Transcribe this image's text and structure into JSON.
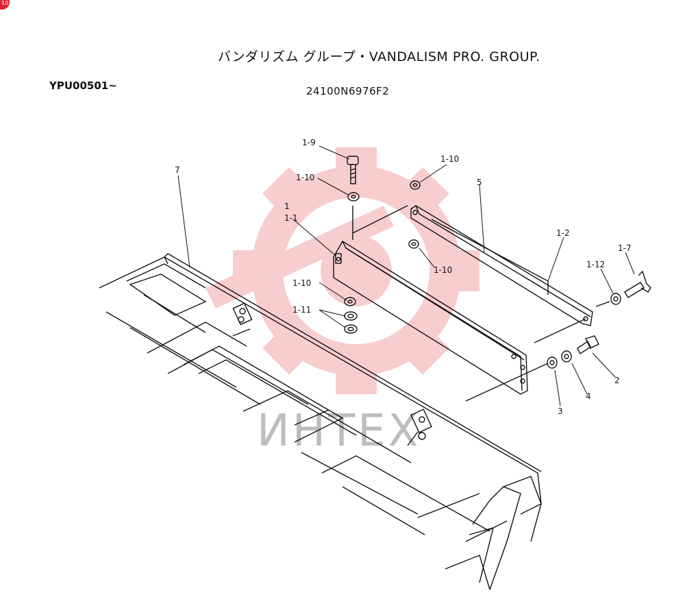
{
  "header": {
    "title": "バンダリズム グループ・VANDALISM PRO. GROUP.",
    "serial_range": "YPU00501~",
    "part_number": "24100N6976F2"
  },
  "corner_badge": {
    "text": "10",
    "color": "#e02030"
  },
  "watermark": {
    "text": "ИНТЕХ",
    "color": "#f4b0b0"
  },
  "callouts": {
    "c1_9": "1-9",
    "c1_10_a": "1-10",
    "c1_10_b": "1-10",
    "c1_10_c": "1-10",
    "c1_10_d": "1-10",
    "c1_11": "1-11",
    "c1": "1",
    "c1_1": "1-1",
    "c1_2": "1-2",
    "c1_7": "1-7",
    "c1_12": "1-12",
    "c2": "2",
    "c3": "3",
    "c4": "4",
    "c5": "5",
    "c7": "7"
  }
}
